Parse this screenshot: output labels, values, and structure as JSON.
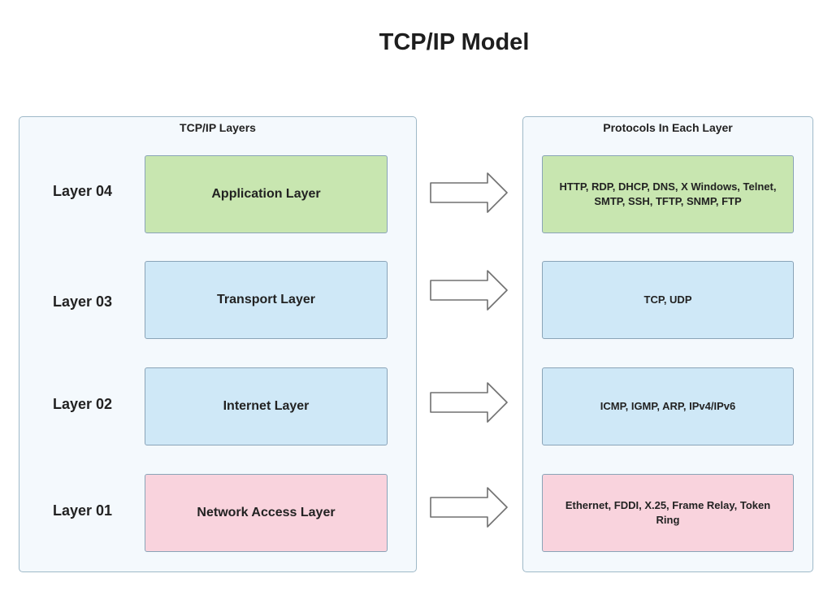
{
  "title": "TCP/IP Model",
  "left_panel": {
    "heading": "TCP/IP Layers"
  },
  "right_panel": {
    "heading": "Protocols In Each Layer"
  },
  "colors": {
    "application": "#c8e6b0",
    "transport": "#cfe8f7",
    "internet": "#cfe8f7",
    "network_access": "#f9d3dd"
  },
  "rows": [
    {
      "label": "Layer 04",
      "layer": "Application Layer",
      "protocols": "HTTP, RDP, DHCP, DNS, X Windows, Telnet, SMTP, SSH, TFTP, SNMP, FTP",
      "color": "#c8e6b0"
    },
    {
      "label": "Layer 03",
      "layer": "Transport Layer",
      "protocols": "TCP, UDP",
      "color": "#cfe8f7"
    },
    {
      "label": "Layer 02",
      "layer": "Internet Layer",
      "protocols": "ICMP, IGMP, ARP, IPv4/IPv6",
      "color": "#cfe8f7"
    },
    {
      "label": "Layer 01",
      "layer": "Network Access Layer",
      "protocols": "Ethernet, FDDI, X.25, Frame Relay, Token Ring",
      "color": "#f9d3dd"
    }
  ]
}
